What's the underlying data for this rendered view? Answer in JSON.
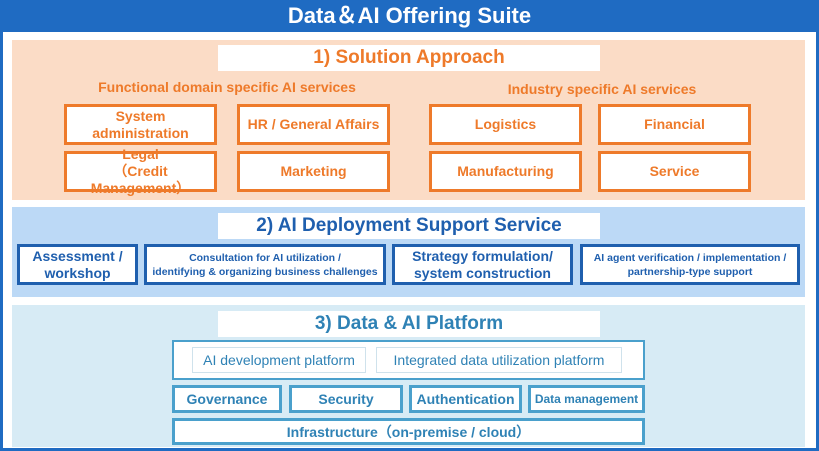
{
  "title": "Data＆AI Offering Suite",
  "section1": {
    "title": "1) Solution Approach",
    "functional_heading": "Functional domain specific AI services",
    "industry_heading": "Industry specific AI services",
    "functional_items": [
      "System\nadministration",
      "HR / General Affairs",
      "Legal\n（Credit Management）",
      "Marketing"
    ],
    "industry_items": [
      "Logistics",
      "Financial",
      "Manufacturing",
      "Service"
    ]
  },
  "section2": {
    "title": "2) AI Deployment Support Service",
    "items": [
      "Assessment /\nworkshop",
      "Consultation for AI utilization /\nidentifying & organizing business challenges",
      "Strategy formulation/\nsystem construction",
      "AI agent verification / implementation /\npartnership-type support"
    ]
  },
  "section3": {
    "title": "3) Data & AI Platform",
    "platforms": [
      "AI development platform",
      "Integrated data utilization platform"
    ],
    "components": [
      "Governance",
      "Security",
      "Authentication",
      "Data management"
    ],
    "infrastructure": "Infrastructure（on-premise / cloud）"
  },
  "colors": {
    "title_bar": "#1f6bc2",
    "section1_bg": "#fbdcc6",
    "section1_accent": "#ee7a2a",
    "section2_bg": "#bcd9f6",
    "section2_accent": "#1f5fae",
    "section3_bg": "#d7ebf5",
    "section3_accent": "#4aa0cc"
  }
}
